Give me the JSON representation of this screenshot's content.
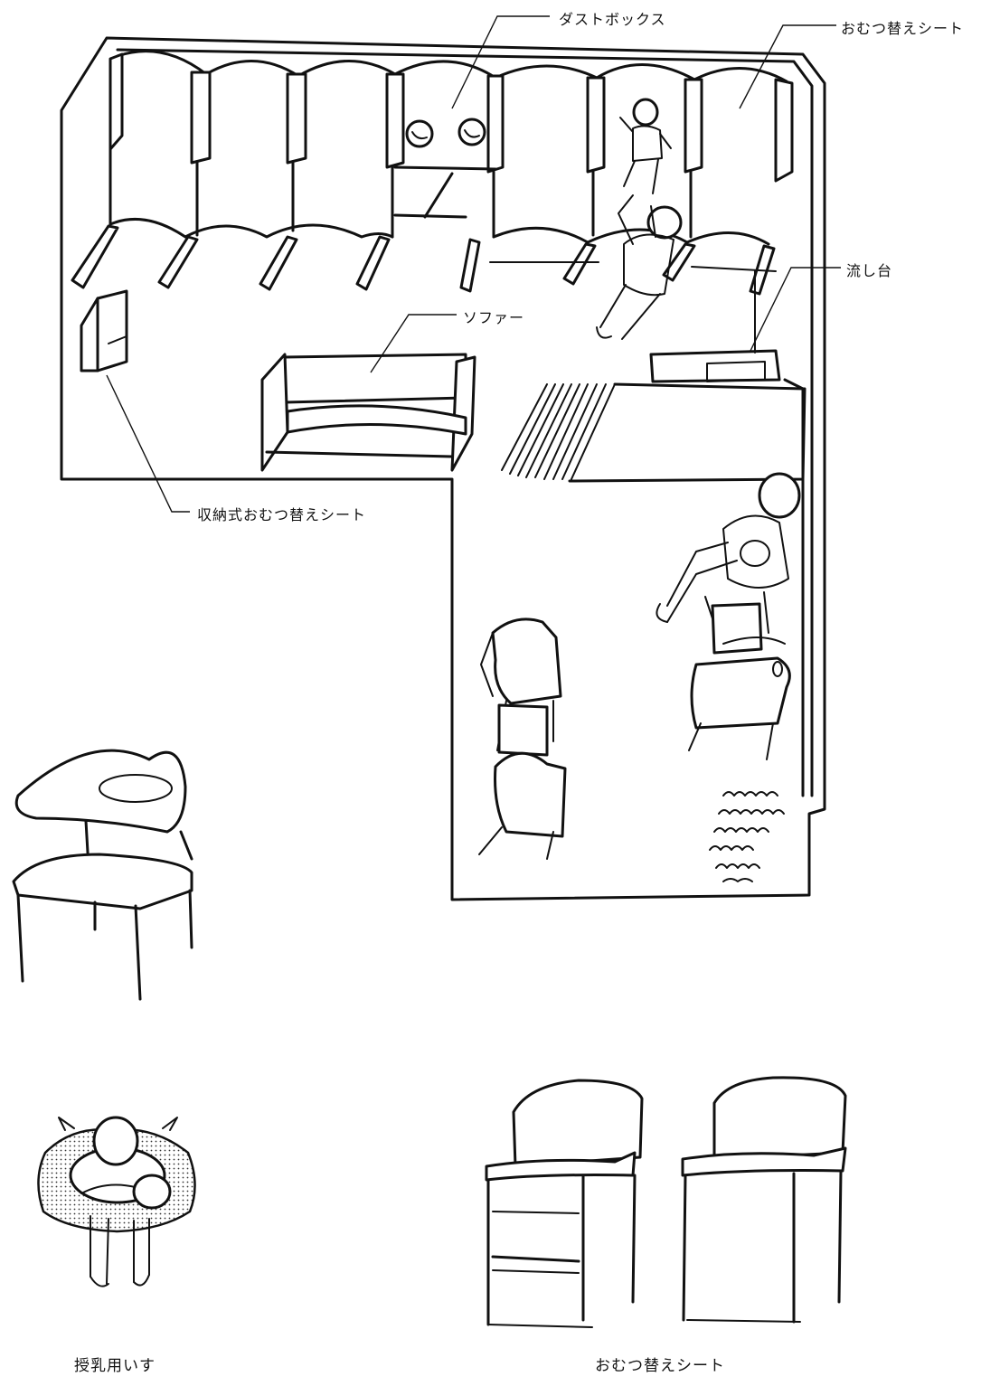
{
  "labels": {
    "dust_box": "ダストボックス",
    "diaper_sheet_top": "おむつ替えシート",
    "sink": "流し台",
    "sofa": "ソファー",
    "foldable_diaper_sheet": "収納式おむつ替えシート"
  },
  "captions": {
    "nursing_chair": "授乳用いす",
    "diaper_sheet": "おむつ替えシート"
  }
}
